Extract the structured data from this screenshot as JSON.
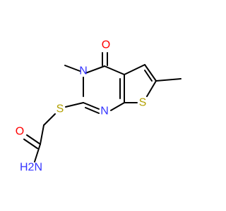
{
  "colors": {
    "bond": "#000000",
    "nitrogen": "#3333ff",
    "oxygen": "#ff0000",
    "sulfur": "#b2a000",
    "background": "#ffffff"
  },
  "atoms": {
    "o_carbonyl": "O",
    "n_methyl": "N",
    "n_ring": "N",
    "s_ring": "S",
    "s_thioether": "S",
    "o_amide": "O",
    "n_amide_h2": "H2N"
  }
}
